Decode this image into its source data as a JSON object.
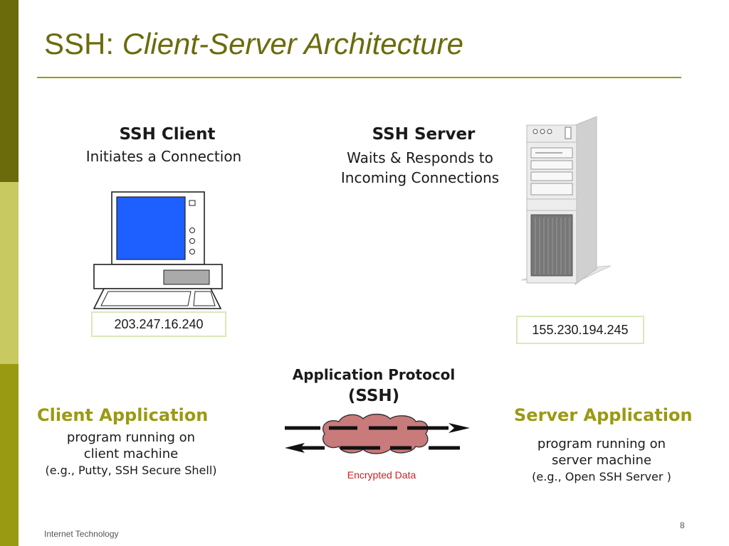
{
  "slide": {
    "title_main": "SSH:",
    "title_sub": "Client-Server Architecture",
    "footer": "Internet Technology",
    "page_number": "8"
  },
  "client": {
    "heading": "SSH Client",
    "description": "Initiates a Connection",
    "ip": "203.247.16.240",
    "app_heading": "Client Application",
    "app_line1": "program running on",
    "app_line2": "client machine",
    "app_example": "(e.g., Putty, SSH Secure Shell)"
  },
  "server": {
    "heading": "SSH Server",
    "description_line1": "Waits & Responds to",
    "description_line2": "Incoming Connections",
    "ip": "155.230.194.245",
    "app_heading": "Server Application",
    "app_line1": "program running on",
    "app_line2": "server machine",
    "app_example": "(e.g., Open SSH Server )"
  },
  "protocol": {
    "heading_line1": "Application Protocol",
    "heading_line2": "(SSH)",
    "cloud_label": "Encrypted Data"
  },
  "icons": {
    "client": "desktop-computer-icon",
    "server": "tower-server-icon",
    "cloud": "encrypted-cloud-icon"
  },
  "colors": {
    "accent_dark": "#6b6b0c",
    "accent": "#9a9a12",
    "accent_light": "#c9c961",
    "cloud_fill": "#c97a7a",
    "screen_blue": "#1e5fff",
    "encrypted_label": "#cc2222"
  }
}
